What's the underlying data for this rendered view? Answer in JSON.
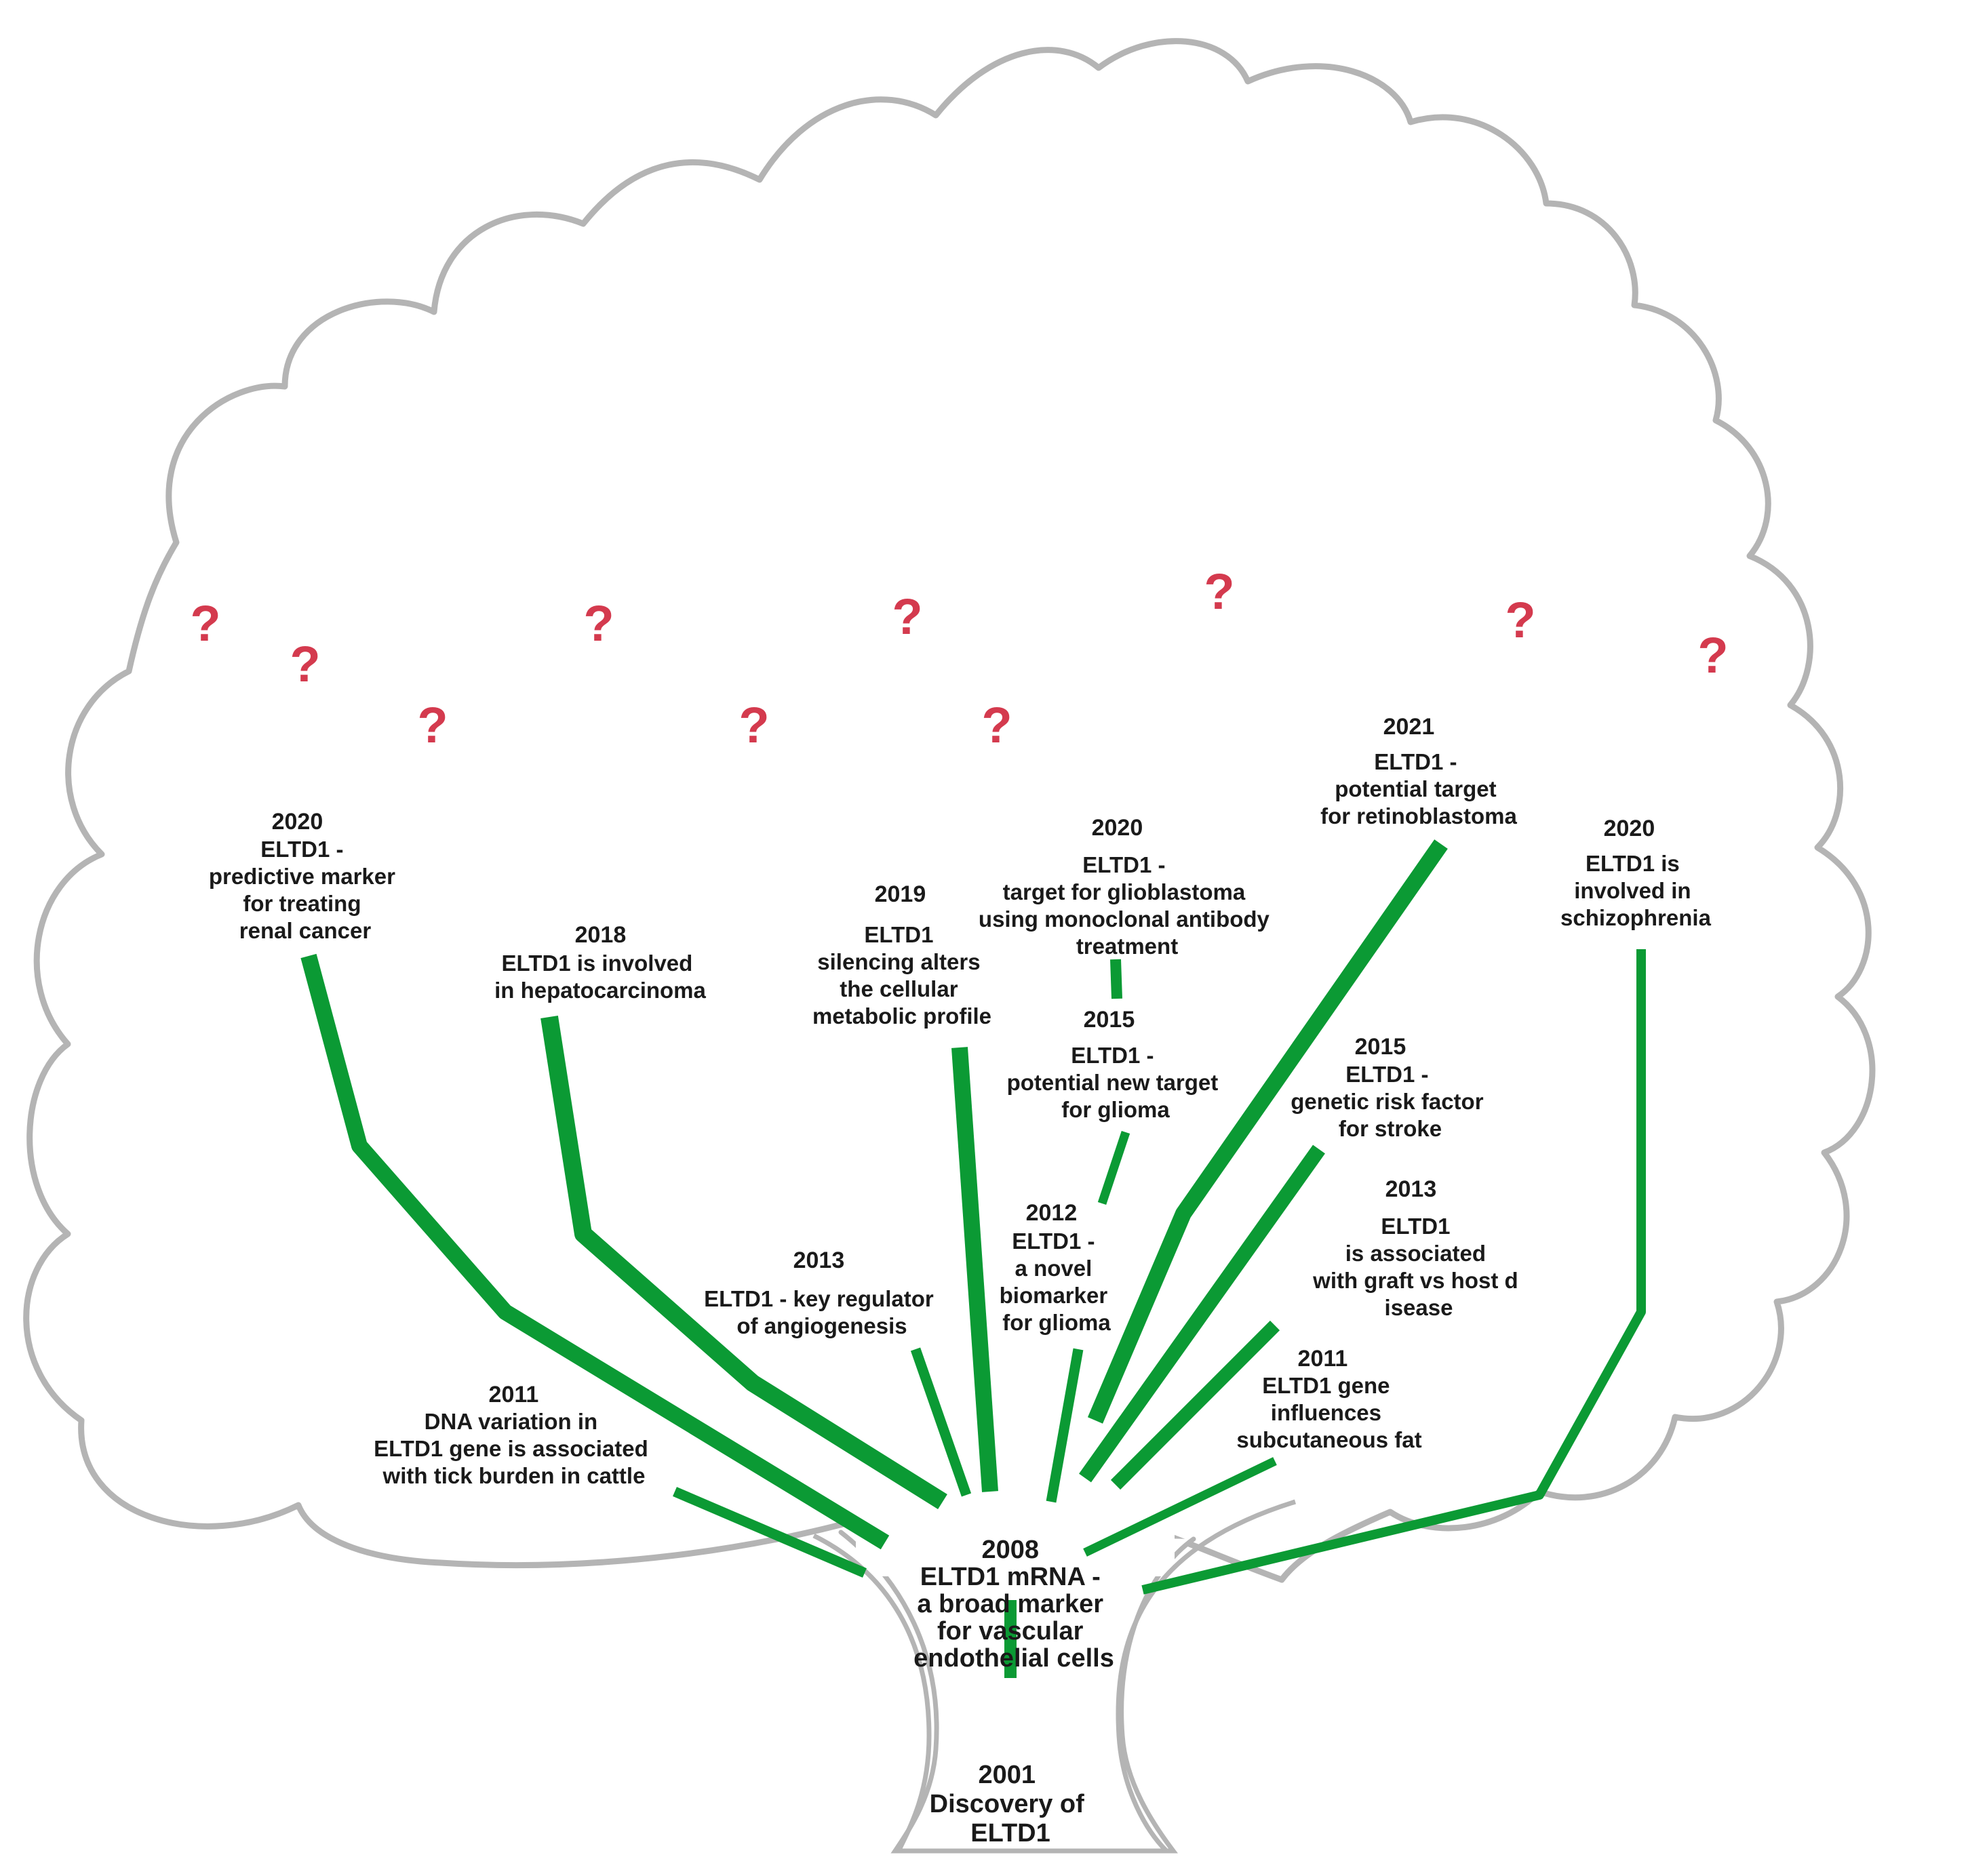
{
  "colors": {
    "branch": "#0b9a34",
    "outline": "#b4b4b4",
    "question": "#d43a4e",
    "text": "#1a1a1a"
  },
  "question_mark": "?",
  "root": {
    "year": "2001",
    "lines": [
      "Discovery of",
      "ELTD1"
    ]
  },
  "hub": {
    "year": "2008",
    "lines": [
      "ELTD1 mRNA -",
      "a broad marker",
      "for vascular",
      "endothelial cells"
    ]
  },
  "nodes": [
    {
      "id": "renal",
      "year": "2020",
      "lines": [
        "ELTD1 -",
        "predictive marker",
        "for treating",
        "renal cancer"
      ]
    },
    {
      "id": "hepato",
      "year": "2018",
      "lines": [
        "ELTD1 is involved",
        "in hepatocarcinoma"
      ]
    },
    {
      "id": "metabolic",
      "year": "2019",
      "lines": [
        "ELTD1",
        "silencing alters",
        "the cellular",
        "metabolic profile"
      ]
    },
    {
      "id": "glioblastoma",
      "year": "2020",
      "lines": [
        "ELTD1 -",
        "target for glioblastoma",
        "using monoclonal antibody",
        "treatment"
      ]
    },
    {
      "id": "retino",
      "year": "2021",
      "lines": [
        "ELTD1 -",
        "potential target",
        "for retinoblastoma"
      ]
    },
    {
      "id": "schizo",
      "year": "2020",
      "lines": [
        "ELTD1 is",
        "involved in",
        "schizophrenia"
      ]
    },
    {
      "id": "glioma-target",
      "year": "2015",
      "lines": [
        "ELTD1 -",
        "potential new target",
        "for glioma"
      ]
    },
    {
      "id": "stroke",
      "year": "2015",
      "lines": [
        "ELTD1 -",
        "genetic risk factor",
        "for stroke"
      ]
    },
    {
      "id": "biomarker",
      "year": "2012",
      "lines": [
        "ELTD1 -",
        "a novel",
        "biomarker",
        "for glioma"
      ]
    },
    {
      "id": "angio",
      "year": "2013",
      "lines": [
        "ELTD1 - key regulator",
        "of angiogenesis"
      ]
    },
    {
      "id": "gvhd",
      "year": "2013",
      "lines": [
        "ELTD1",
        "is associated",
        "with graft vs host d",
        "isease"
      ]
    },
    {
      "id": "cattle",
      "year": "2011",
      "lines": [
        "DNA variation in",
        "ELTD1 gene is associated",
        "with tick burden in cattle"
      ]
    },
    {
      "id": "fat",
      "year": "2011",
      "lines": [
        "ELTD1 gene",
        "influences",
        "subcutaneous fat"
      ]
    }
  ]
}
